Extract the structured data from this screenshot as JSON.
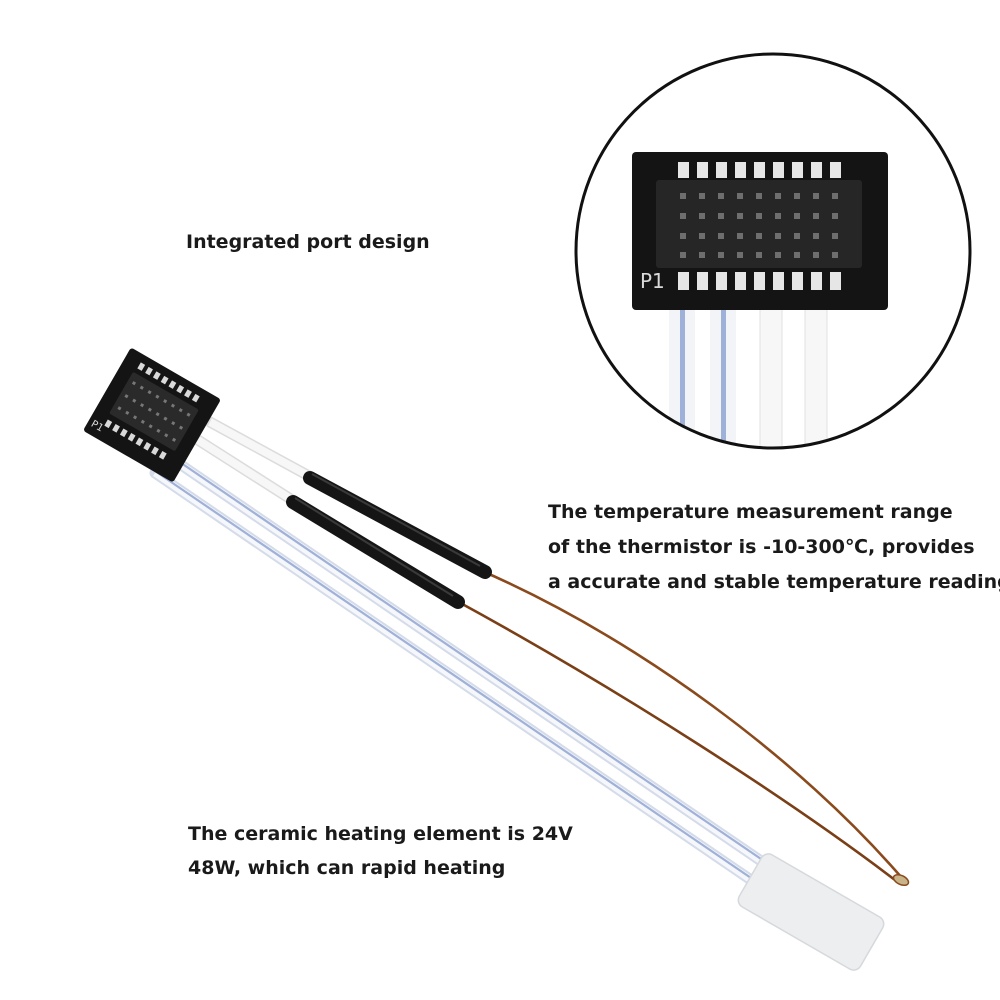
{
  "captions": {
    "port": "Integrated port design",
    "thermistor": [
      "The temperature measurement range",
      "of the thermistor is -10-300℃, provides",
      "a accurate and stable temperature reading"
    ],
    "heater": [
      "The ceramic heating element is 24V",
      "48W, which can rapid heating"
    ]
  },
  "connector_marking": "P1",
  "colors": {
    "background": "#ffffff",
    "connector_board": "#141414",
    "wire_white": "#f4f4f4",
    "wire_blue_stripe": "#9fb1d8",
    "heat_shrink": "#151515",
    "thermistor_lead": "#8a4a1c",
    "ceramic_heater": "#eceeef",
    "callout_circle": "#111111"
  }
}
